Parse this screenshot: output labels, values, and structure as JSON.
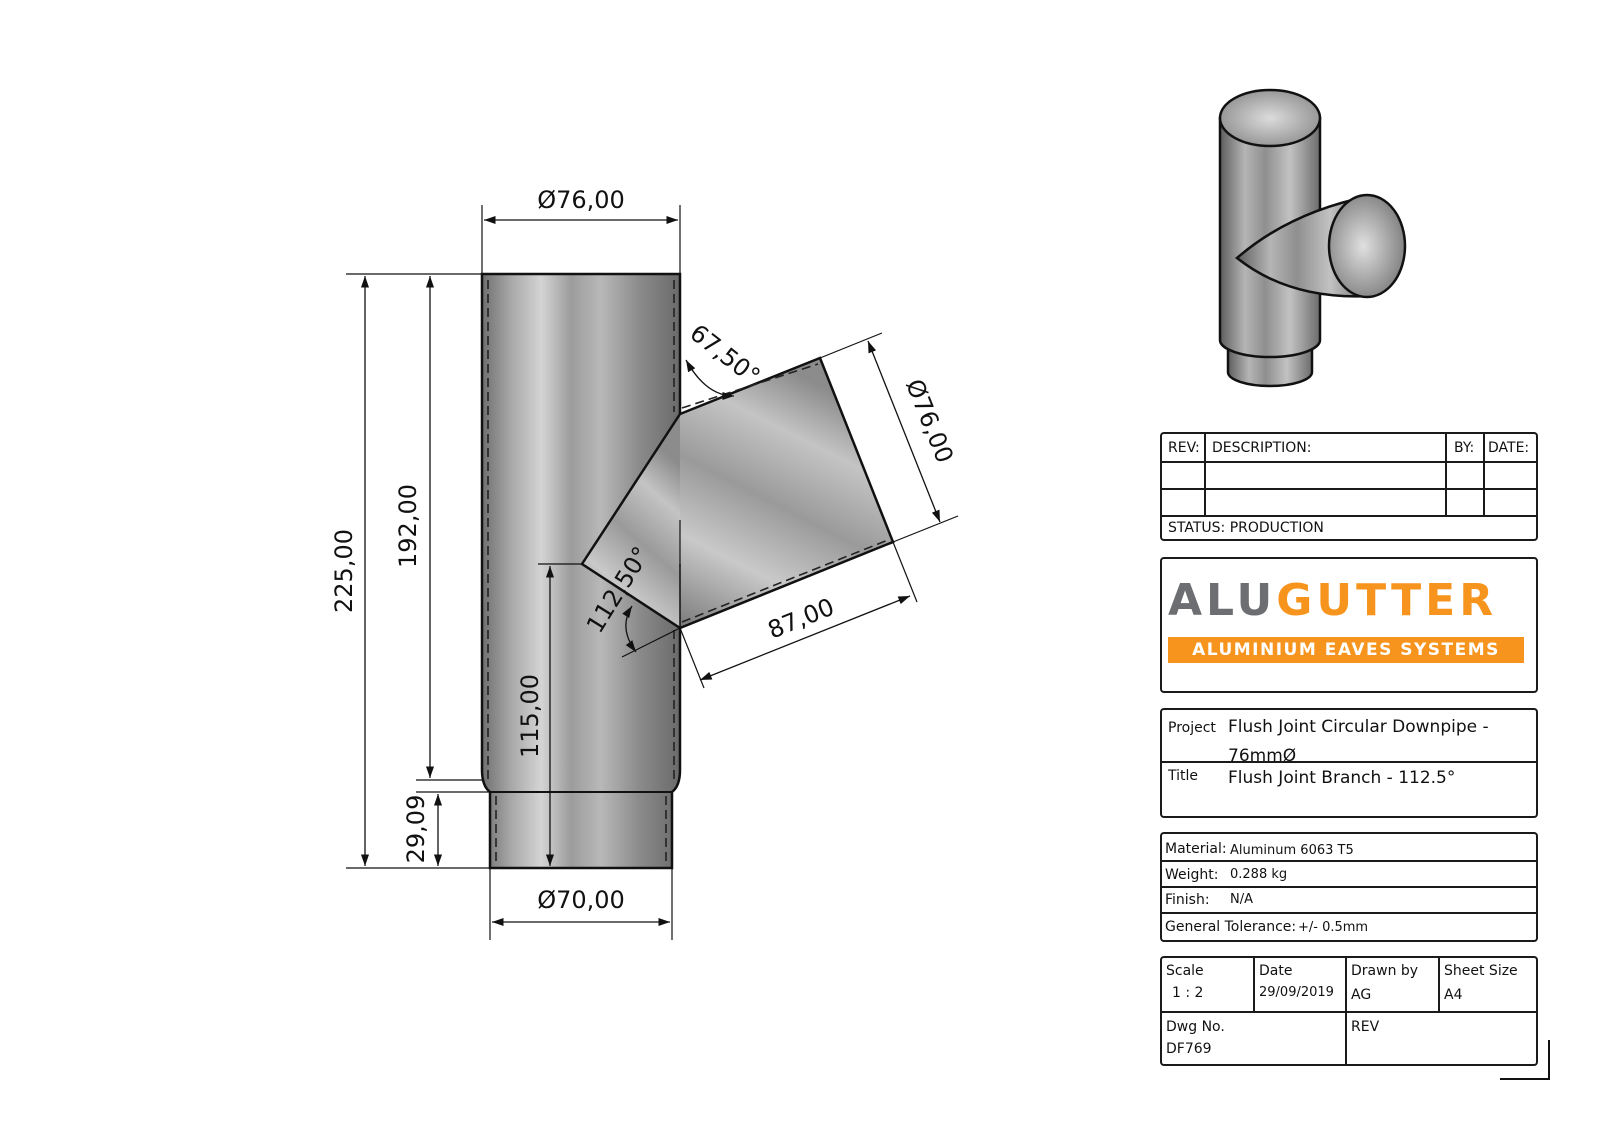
{
  "dimensions": {
    "top_diameter": "Ø76,00",
    "overall_height": "225,00",
    "main_length": "192,00",
    "spigot_length": "29,09",
    "branch_height": "115,00",
    "bottom_diameter": "Ø70,00",
    "branch_diameter": "Ø76,00",
    "branch_length": "87,00",
    "angle_top": "67,50°",
    "angle_bottom": "112,50°"
  },
  "revision_table": {
    "rev_label": "REV:",
    "description_label": "DESCRIPTION:",
    "by_label": "BY:",
    "date_label": "DATE:",
    "status": "STATUS: PRODUCTION"
  },
  "logo": {
    "part1": "ALU",
    "part2": "GUTTER",
    "tagline": "ALUMINIUM EAVES SYSTEMS",
    "colors": {
      "gray": "#6d6e71",
      "orange": "#f7941d"
    }
  },
  "project": {
    "project_label": "Project",
    "project_value_line1": "Flush Joint Circular Downpipe -",
    "project_value_line2": "76mmØ",
    "title_label": "Title",
    "title_value": "Flush Joint Branch - 112.5°"
  },
  "properties": {
    "material_label": "Material:",
    "material_value": "Aluminum 6063 T5",
    "weight_label": "Weight:",
    "weight_value": "0.288 kg",
    "finish_label": "Finish:",
    "finish_value": "N/A",
    "tolerance_label": "General Tolerance:",
    "tolerance_value": "+/- 0.5mm"
  },
  "title_block": {
    "scale_label": "Scale",
    "scale_value": "1 : 2",
    "date_label": "Date",
    "date_value": "29/09/2019",
    "drawn_by_label": "Drawn by",
    "drawn_by_value": "AG",
    "sheet_size_label": "Sheet Size",
    "sheet_size_value": "A4",
    "dwg_no_label": "Dwg No.",
    "dwg_no_value": "DF769",
    "rev_label": "REV"
  }
}
